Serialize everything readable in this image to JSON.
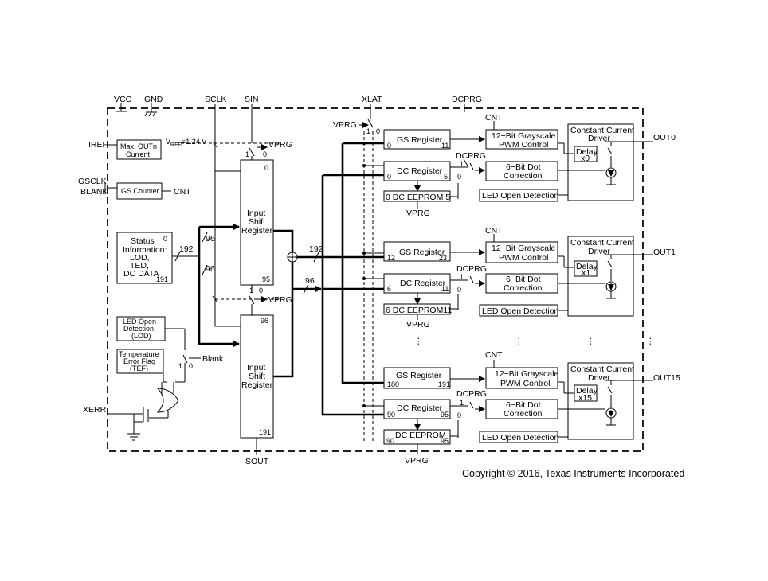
{
  "pins": {
    "vcc": "VCC",
    "gnd": "GND",
    "sclk": "SCLK",
    "sin": "SIN",
    "xlat": "XLAT",
    "dcprg": "DCPRG",
    "iref": "IREF",
    "gsclk": "GSCLK",
    "blank": "BLANK",
    "xerr": "XERR",
    "sout": "SOUT",
    "out0": "OUT0",
    "out1": "OUT1",
    "out15": "OUT15"
  },
  "left": {
    "max_out_1": "Max. OUTn",
    "max_out_2": "Current",
    "vref_v": "V",
    "vref_sub": "REF",
    "vref_val": "=1.24 V",
    "gs_counter": "GS Counter",
    "cnt": "CNT",
    "status_1": "Status",
    "status_2": "Information:",
    "status_3": "LOD,",
    "status_4": "TED,",
    "status_5": "DC DATA",
    "status_0": "0",
    "status_191": "191",
    "lod_1": "LED Open",
    "lod_2": "Detection",
    "lod_3": "(LOD)",
    "tef_1": "Temperature",
    "tef_2": "Error Flag",
    "tef_3": "(TEF)",
    "blank_sw": "Blank"
  },
  "shift": {
    "l1": "Input",
    "l2": "Shift",
    "l3": "Register",
    "top_0": "0",
    "top_95": "95",
    "bot_96": "96",
    "bot_191": "191"
  },
  "switch_labels": {
    "one": "1",
    "zero": "0",
    "vprg": "VPRG",
    "cnt": "CNT",
    "dcprg": "DCPRG"
  },
  "buses": {
    "b192": "192",
    "b96": "96"
  },
  "gs_register": "GS Register",
  "dc_register": "DC Register",
  "gs_pwm_1": "12−Bit Grayscale",
  "gs_pwm_2": "PWM Control",
  "dot_1": "6−Bit Dot",
  "dot_2": "Correction",
  "led_open": "LED Open Detection",
  "ccd_1": "Constant Current",
  "ccd_2": "Driver",
  "delay": "Delay",
  "channels": [
    {
      "gs_lo": "0",
      "gs_hi": "11",
      "dc_lo": "0",
      "dc_hi": "5",
      "eeprom": "0 DC EEPROM 5",
      "delay": "x0"
    },
    {
      "gs_lo": "12",
      "gs_hi": "23",
      "dc_lo": "6",
      "dc_hi": "11",
      "eeprom": "6 DC EEPROM11",
      "delay": "x1"
    },
    {
      "gs_lo": "180",
      "gs_hi": "191",
      "dc_lo": "90",
      "dc_hi": "95",
      "eeprom": "DC EEPROM",
      "eeprom_lo": "90",
      "eeprom_hi": "95",
      "delay": "x15"
    }
  ],
  "copyright": "Copyright © 2016, Texas Instruments Incorporated"
}
